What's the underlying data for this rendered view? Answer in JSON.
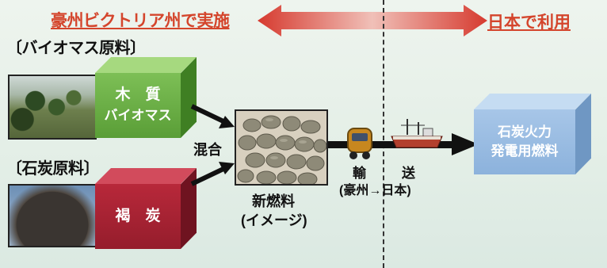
{
  "header": {
    "left_label": "豪州ビクトリア州で実施",
    "right_label": "日本で利用"
  },
  "sections": {
    "biomass_title": "〔バイオマス原料〕",
    "coal_title": "〔石炭原料〕"
  },
  "boxes": {
    "wood": {
      "line1": "木　質",
      "line2": "バイオマス"
    },
    "lignite": {
      "line1": "褐　炭"
    },
    "fuel": {
      "line1": "石炭火力",
      "line2": "発電用燃料"
    }
  },
  "labels": {
    "mix": "混合",
    "new_fuel_line1": "新燃料",
    "new_fuel_line2": "(イメージ)",
    "transport_a": "輸",
    "transport_b": "送",
    "route": "(豪州→日本)"
  },
  "colors": {
    "header_red": "#d4452c",
    "wood_green": "#5a9e37",
    "lignite_red": "#951d2c",
    "fuel_blue": "#8cb2dc"
  }
}
